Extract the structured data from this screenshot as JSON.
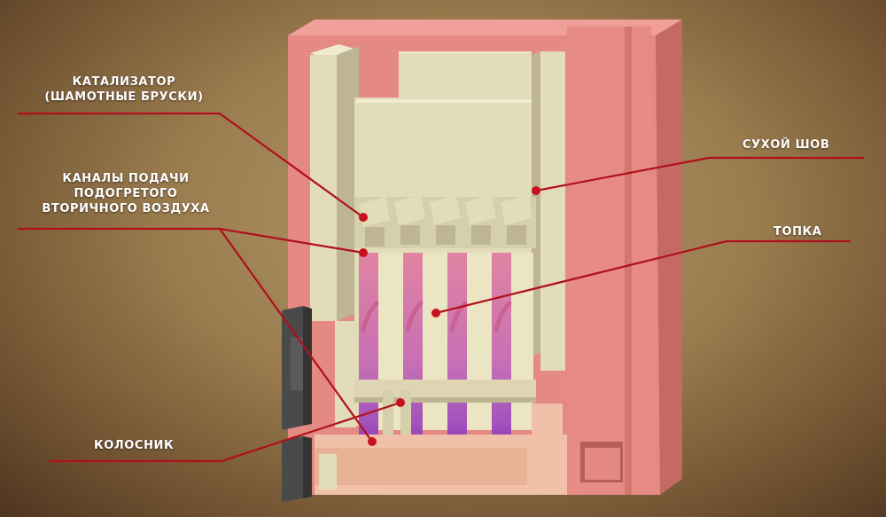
{
  "labels": {
    "catalyst_line1": "КАТАЛИЗАТОР",
    "catalyst_line2": "(ШАМОТНЫЕ БРУСКИ)",
    "channels_line1": "КАНАЛЫ ПОДАЧИ",
    "channels_line2": "ПОДОГРЕТОГО",
    "channels_line3": "ВТОРИЧНОГО ВОЗДУХА",
    "dry_seam": "СУХОЙ ШОВ",
    "firebox": "ТОПКА",
    "grate": "КОЛОСНИК"
  },
  "colors": {
    "brick": "#e48a82",
    "brick_dark": "#c46a63",
    "chamotte": "#e3dcb8",
    "chamotte_dark": "#bdb594",
    "firebox_glow": "#d56a9a",
    "airflow": "#8a3cc0",
    "door": "#4a4a4a",
    "leader_line": "#b0101c"
  },
  "icons": [
    "up-arrow-icon"
  ]
}
